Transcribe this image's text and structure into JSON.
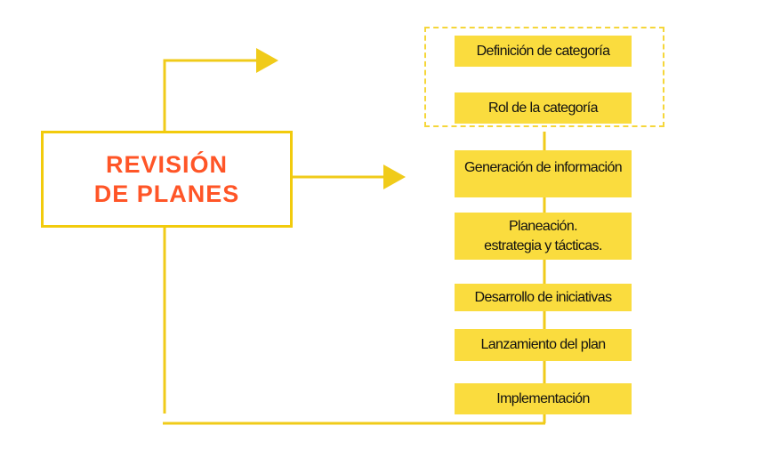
{
  "main_box": {
    "line1": "REVISIÓN",
    "line2": "DE PLANES"
  },
  "steps": [
    "Definición de categoría",
    "Rol de la categoría",
    "Generación de información",
    "Planeación. estrategia y tácticas.",
    "Desarrollo de iniciativas",
    "Lanzamiento del plan",
    "Implementación"
  ],
  "colors": {
    "accent": "#f2cb0c",
    "title": "#ff5527",
    "step_fill": "#fadc3e"
  }
}
